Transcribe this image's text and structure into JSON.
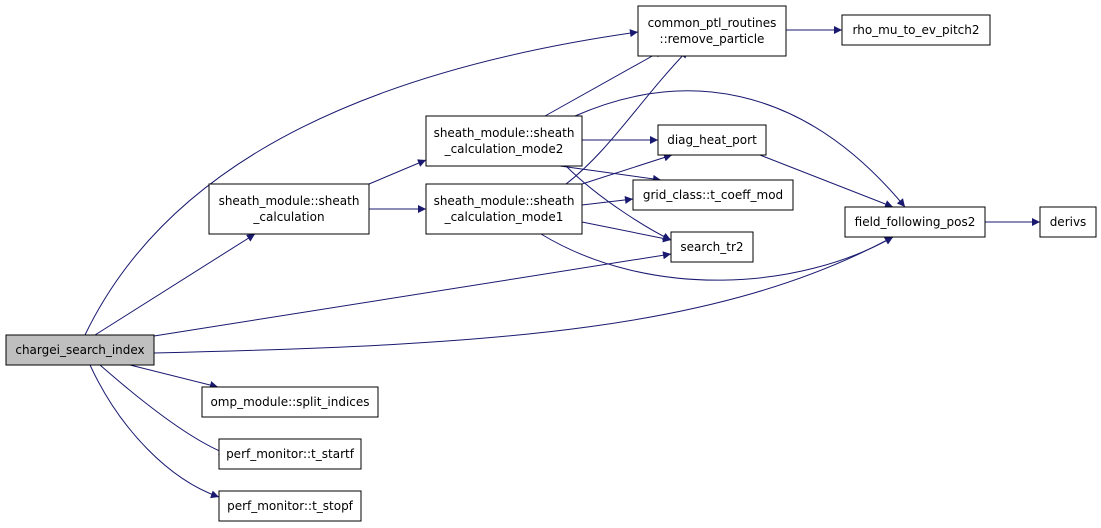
{
  "diagram": {
    "nodes": [
      {
        "id": "chargei",
        "lines": [
          "chargei_search_index"
        ],
        "root": true
      },
      {
        "id": "sheath",
        "lines": [
          "sheath_module::sheath",
          "_calculation"
        ]
      },
      {
        "id": "mode2",
        "lines": [
          "sheath_module::sheath",
          "_calculation_mode2"
        ]
      },
      {
        "id": "mode1",
        "lines": [
          "sheath_module::sheath",
          "_calculation_mode1"
        ]
      },
      {
        "id": "remove",
        "lines": [
          "common_ptl_routines",
          "::remove_particle"
        ]
      },
      {
        "id": "rho",
        "lines": [
          "rho_mu_to_ev_pitch2"
        ]
      },
      {
        "id": "diag",
        "lines": [
          "diag_heat_port"
        ]
      },
      {
        "id": "grid",
        "lines": [
          "grid_class::t_coeff_mod"
        ]
      },
      {
        "id": "search",
        "lines": [
          "search_tr2"
        ]
      },
      {
        "id": "ffp",
        "lines": [
          "field_following_pos2"
        ]
      },
      {
        "id": "derivs",
        "lines": [
          "derivs"
        ]
      },
      {
        "id": "omp",
        "lines": [
          "omp_module::split_indices"
        ]
      },
      {
        "id": "startf",
        "lines": [
          "perf_monitor::t_startf"
        ]
      },
      {
        "id": "stopf",
        "lines": [
          "perf_monitor::t_stopf"
        ]
      }
    ],
    "edges": [
      [
        "chargei",
        "remove"
      ],
      [
        "chargei",
        "sheath"
      ],
      [
        "chargei",
        "search"
      ],
      [
        "chargei",
        "ffp"
      ],
      [
        "chargei",
        "omp"
      ],
      [
        "chargei",
        "startf"
      ],
      [
        "chargei",
        "stopf"
      ],
      [
        "sheath",
        "mode2"
      ],
      [
        "sheath",
        "mode1"
      ],
      [
        "mode2",
        "remove"
      ],
      [
        "mode2",
        "diag"
      ],
      [
        "mode2",
        "grid"
      ],
      [
        "mode2",
        "search"
      ],
      [
        "mode2",
        "ffp"
      ],
      [
        "mode1",
        "remove"
      ],
      [
        "mode1",
        "diag"
      ],
      [
        "mode1",
        "grid"
      ],
      [
        "mode1",
        "search"
      ],
      [
        "mode1",
        "ffp"
      ],
      [
        "remove",
        "rho"
      ],
      [
        "diag",
        "ffp"
      ],
      [
        "ffp",
        "derivs"
      ]
    ]
  }
}
